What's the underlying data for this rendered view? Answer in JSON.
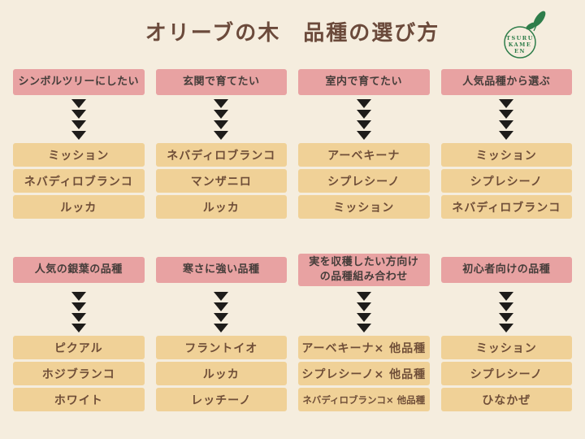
{
  "page": {
    "title": "オリーブの木　品種の選び方"
  },
  "logo": {
    "lines": [
      "TSURU",
      "KAME",
      "EN"
    ]
  },
  "colors": {
    "background": "#f5edde",
    "header_pink": "#e8a2a2",
    "box_tan": "#f0d197",
    "title_brown": "#6b4a3b",
    "header_text": "#453d3a",
    "item_text": "#6f4e38",
    "arrow_black": "#1e1c1a",
    "logo_green": "#2e7d4a"
  },
  "sections": [
    {
      "columns": [
        {
          "header": "シンボルツリーにしたい",
          "items": [
            "ミッション",
            "ネバディロブランコ",
            "ルッカ"
          ]
        },
        {
          "header": "玄関で育てたい",
          "items": [
            "ネバディロブランコ",
            "マンザニロ",
            "ルッカ"
          ]
        },
        {
          "header": "室内で育てたい",
          "items": [
            "アーベキーナ",
            "シプレシーノ",
            "ミッション"
          ]
        },
        {
          "header": "人気品種から選ぶ",
          "items": [
            "ミッション",
            "シプレシーノ",
            "ネバディロブランコ"
          ]
        }
      ]
    },
    {
      "columns": [
        {
          "header": "人気の銀葉の品種",
          "items": [
            "ピクアル",
            "ホジブランコ",
            "ホワイト"
          ]
        },
        {
          "header": "寒さに強い品種",
          "items": [
            "フラントイオ",
            "ルッカ",
            "レッチーノ"
          ]
        },
        {
          "header": "実を収穫したい方向け\nの品種組み合わせ",
          "items": [
            "アーベキーナ× 他品種",
            "シプレシーノ× 他品種",
            "ネバディロブランコ× 他品種"
          ]
        },
        {
          "header": "初心者向けの品種",
          "items": [
            "ミッション",
            "シプレシーノ",
            "ひなかぜ"
          ]
        }
      ]
    }
  ]
}
